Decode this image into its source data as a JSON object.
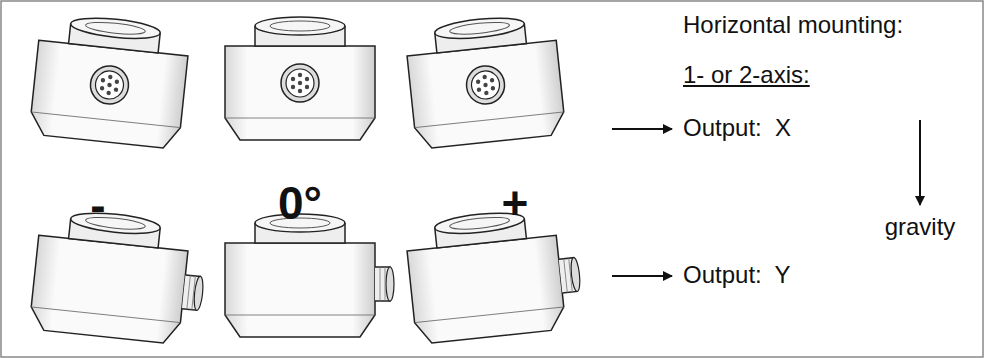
{
  "diagram": {
    "labels": [
      "Horizontal mounting:",
      "1- or 2-axis:",
      "Output:  X",
      "-",
      "0°",
      "+",
      "gravity",
      "Output:  Y"
    ]
  }
}
